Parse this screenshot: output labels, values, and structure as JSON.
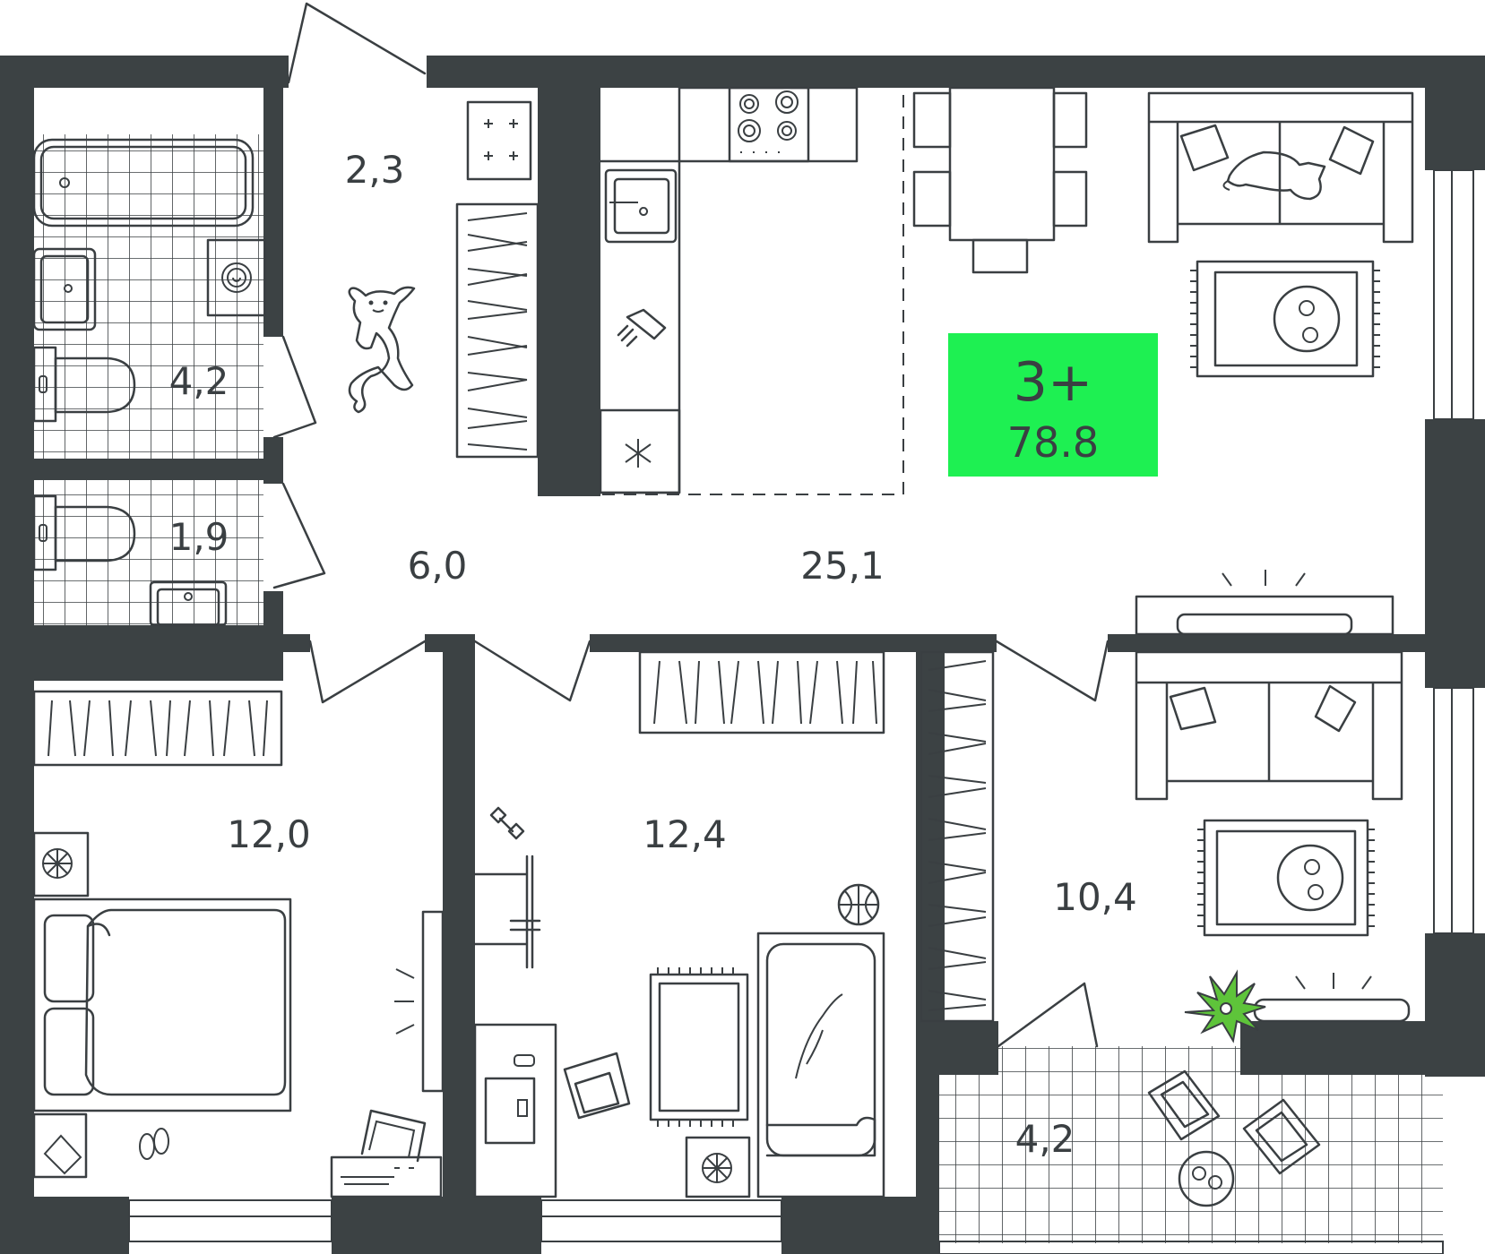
{
  "badge": {
    "rooms": "3+",
    "area": "78.8",
    "color": "#1ef052"
  },
  "colors": {
    "wall": "#3c4244",
    "line": "#3a3f42",
    "plant": "#5ec43a"
  },
  "rooms": [
    {
      "id": "vestibule",
      "label": "2,3"
    },
    {
      "id": "bathroom",
      "label": "4,2"
    },
    {
      "id": "wc",
      "label": "1,9"
    },
    {
      "id": "hall",
      "label": "6,0"
    },
    {
      "id": "kitchen-living",
      "label": "25,1"
    },
    {
      "id": "bedroom-1",
      "label": "12,0"
    },
    {
      "id": "bedroom-2",
      "label": "12,4"
    },
    {
      "id": "bedroom-3",
      "label": "10,4"
    },
    {
      "id": "balcony",
      "label": "4,2"
    }
  ],
  "icons": [
    "bathtub-icon",
    "sink-icon",
    "toilet-icon",
    "washing-machine-icon",
    "stove-icon",
    "fridge-icon",
    "dining-table-icon",
    "sofa-icon",
    "cat-icon",
    "dog-icon",
    "rug-icon",
    "tv-icon",
    "bed-icon",
    "wardrobe-icon",
    "dumbbell-icon",
    "ball-icon",
    "desk-icon",
    "armchair-icon",
    "plant-icon",
    "slippers-icon"
  ]
}
